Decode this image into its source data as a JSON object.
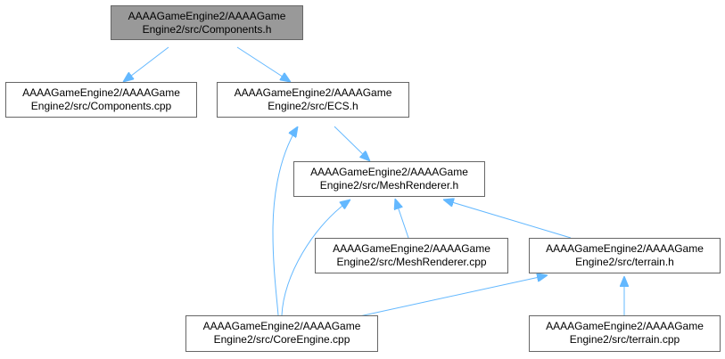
{
  "colors": {
    "edge": "#63b8ff",
    "node_border": "#666666",
    "current_fill": "#999999"
  },
  "nodes": {
    "components_h": {
      "line1": "AAAAGameEngine2/AAAAGame",
      "line2": "Engine2/src/Components.h"
    },
    "components_cpp": {
      "line1": "AAAAGameEngine2/AAAAGame",
      "line2": "Engine2/src/Components.cpp"
    },
    "ecs_h": {
      "line1": "AAAAGameEngine2/AAAAGame",
      "line2": "Engine2/src/ECS.h"
    },
    "meshrenderer_h": {
      "line1": "AAAAGameEngine2/AAAAGame",
      "line2": "Engine2/src/MeshRenderer.h"
    },
    "meshrenderer_cpp": {
      "line1": "AAAAGameEngine2/AAAAGame",
      "line2": "Engine2/src/MeshRenderer.cpp"
    },
    "terrain_h": {
      "line1": "AAAAGameEngine2/AAAAGame",
      "line2": "Engine2/src/terrain.h"
    },
    "coreengine_cpp": {
      "line1": "AAAAGameEngine2/AAAAGame",
      "line2": "Engine2/src/CoreEngine.cpp"
    },
    "terrain_cpp": {
      "line1": "AAAAGameEngine2/AAAAGame",
      "line2": "Engine2/src/terrain.cpp"
    }
  }
}
